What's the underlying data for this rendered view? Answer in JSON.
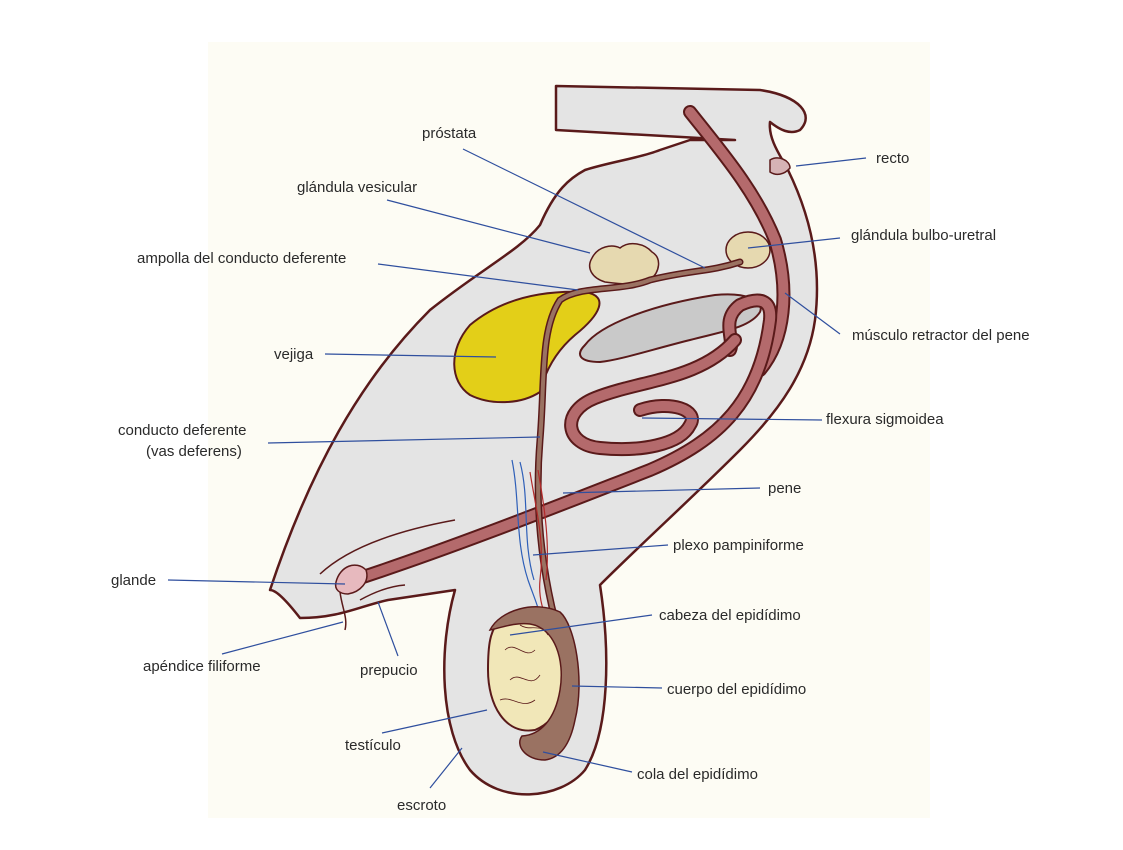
{
  "diagram": {
    "colors": {
      "background_panel": "#fdfcf4",
      "body_fill": "#e4e4e4",
      "outline": "#5a1a1a",
      "duct_brown": "#9a7262",
      "penis_pink": "#b46a6c",
      "bladder_yellow": "#e3cf18",
      "gland_beige": "#e6d9b0",
      "testis_cream": "#f1e7b8",
      "leader_blue": "#2f4f9e",
      "vein_blue": "#2e5fb8",
      "artery_red": "#b22a2a"
    },
    "labels": {
      "prostata": "próstata",
      "glandula_vesicular": "glándula vesicular",
      "ampolla": "ampolla del conducto deferente",
      "vejiga": "vejiga",
      "conducto_deferente_1": "conducto deferente",
      "conducto_deferente_2": "(vas deferens)",
      "glande": "glande",
      "apendice": "apéndice filiforme",
      "prepucio": "prepucio",
      "testiculo": "testículo",
      "escroto": "escroto",
      "recto": "recto",
      "bulbo_uretral": "glándula bulbo-uretral",
      "musculo_retractor": "músculo retractor del pene",
      "flexura": "flexura sigmoidea",
      "pene": "pene",
      "plexo": "plexo pampiniforme",
      "cabeza": "cabeza del epidídimo",
      "cuerpo": "cuerpo del epidídimo",
      "cola": "cola del epidídimo"
    }
  }
}
